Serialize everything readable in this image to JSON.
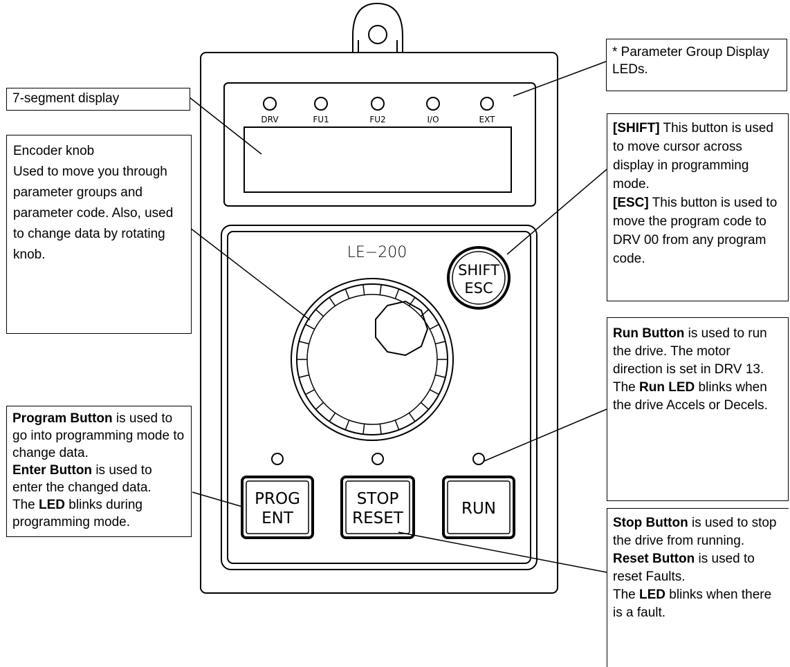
{
  "device": {
    "model": "LE−200",
    "led_labels": [
      "DRV",
      "FU1",
      "FU2",
      "I/O",
      "EXT"
    ],
    "shift_esc": {
      "line1": "SHIFT",
      "line2": "ESC"
    },
    "buttons": {
      "prog_ent": {
        "line1": "PROG",
        "line2": "ENT"
      },
      "stop_reset": {
        "line1": "STOP",
        "line2": "RESET"
      },
      "run": {
        "label": "RUN"
      }
    }
  },
  "callouts": {
    "seven_segment": {
      "text": "7-segment display"
    },
    "encoder": {
      "title": "Encoder knob",
      "body": "Used to move you through parameter groups and parameter code. Also, used to change data by rotating knob."
    },
    "program": {
      "t1": "Program Button",
      "t1_rest": " is used to go into programming mode to change data.",
      "t2": "Enter Button",
      "t2_rest": " is used to enter the changed data.",
      "t3_pre": "The ",
      "t3": "LED",
      "t3_rest": " blinks during programming mode."
    },
    "param_leds": {
      "text": "* Parameter Group Display LEDs."
    },
    "shift_esc": {
      "t1": "[SHIFT]",
      "t1_rest": " This button is used to move cursor across display in programming mode.",
      "t2": "[ESC]",
      "t2_rest": " This button is used to move the program code to DRV 00 from any program code."
    },
    "run": {
      "t1": "Run Button",
      "t1_rest": " is used to run the drive. The motor direction is set in DRV 13.",
      "t2_pre": "The ",
      "t2": "Run LED",
      "t2_rest": " blinks when the drive Accels or Decels."
    },
    "stop": {
      "t1": "Stop Button",
      "t1_rest": " is used to stop the drive from running.",
      "t2": "Reset Button",
      "t2_rest": " is used to reset Faults.",
      "t3_pre": "The ",
      "t3": "LED",
      "t3_rest": " blinks when there is a fault."
    }
  }
}
